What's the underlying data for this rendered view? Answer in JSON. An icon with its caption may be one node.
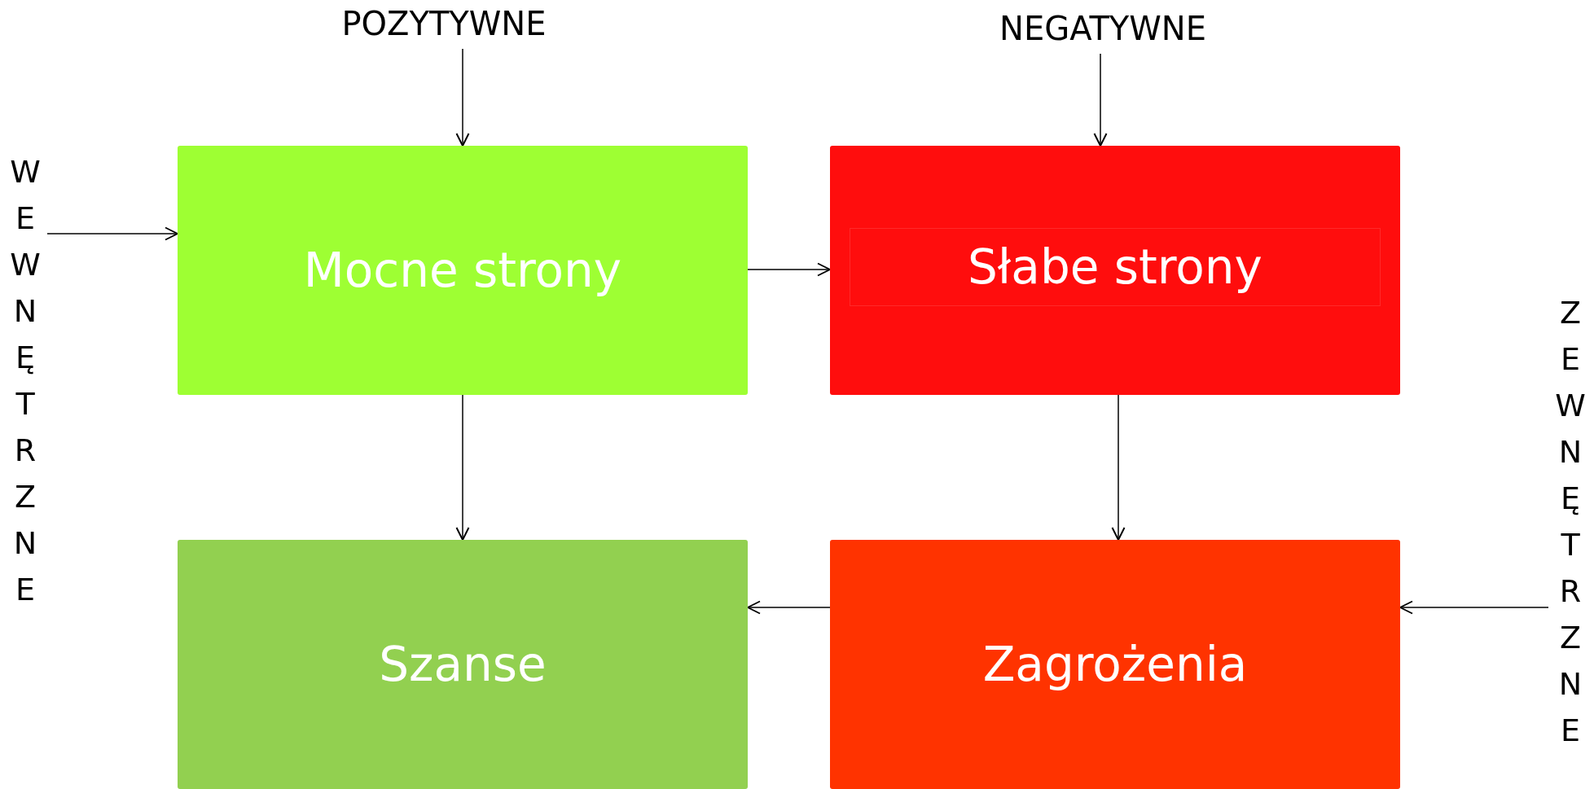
{
  "diagram": {
    "nodes": [
      {
        "text": [
          "POZYTYWNE"
        ]
      },
      {
        "text": [
          "NEGATYWNE"
        ]
      },
      {
        "text": [
          "WEWNĘTRZNE"
        ]
      },
      {
        "text": [
          "ZEWNĘTRZNE"
        ]
      },
      {
        "text": [
          "Mocne strony"
        ]
      },
      {
        "text": [
          "Słabe strony"
        ]
      },
      {
        "text": [
          "Szanse"
        ]
      },
      {
        "text": [
          "Zagrożenia"
        ]
      }
    ],
    "edges": [
      {
        "from": 0,
        "to": 4,
        "arrow": "to"
      },
      {
        "from": 1,
        "to": 5,
        "arrow": "to"
      },
      {
        "from": 2,
        "to": 4,
        "arrow": "to"
      },
      {
        "from": 4,
        "to": 5,
        "arrow": "to"
      },
      {
        "from": 4,
        "to": 6,
        "arrow": "to"
      },
      {
        "from": 5,
        "to": 7,
        "arrow": "to"
      },
      {
        "from": 7,
        "to": 6,
        "arrow": "to"
      },
      {
        "from": 3,
        "to": 7,
        "arrow": "to"
      }
    ]
  }
}
